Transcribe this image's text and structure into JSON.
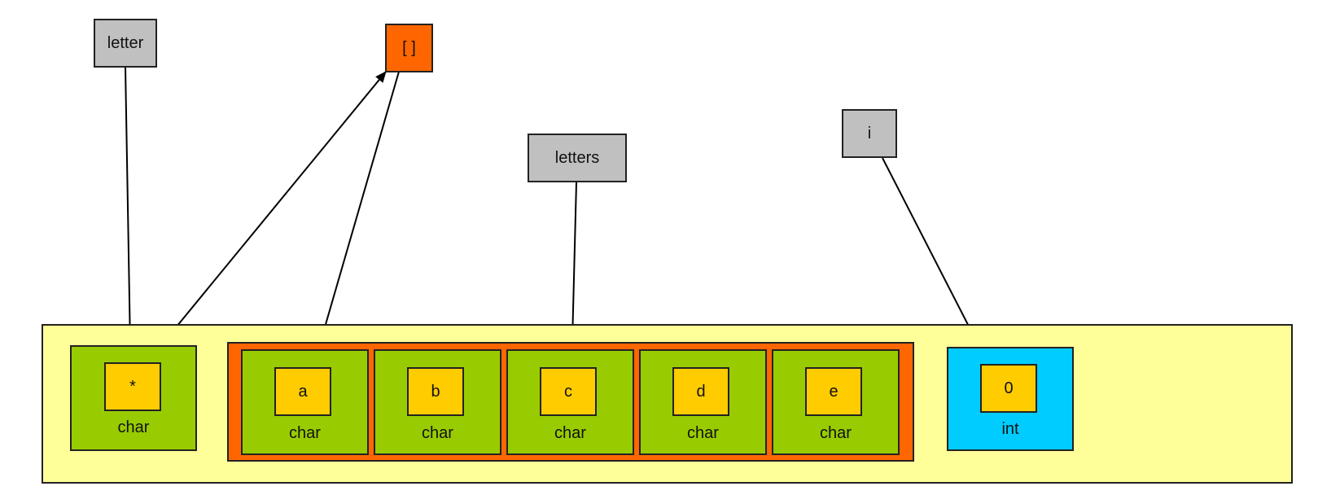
{
  "variables": {
    "letter": "letter",
    "index_op": "[ ]",
    "letters": "letters",
    "i": "i"
  },
  "memory": {
    "pointer_cell": {
      "value": "*",
      "type": "char"
    },
    "array_cells": [
      {
        "value": "a",
        "type": "char"
      },
      {
        "value": "b",
        "type": "char"
      },
      {
        "value": "c",
        "type": "char"
      },
      {
        "value": "d",
        "type": "char"
      },
      {
        "value": "e",
        "type": "char"
      }
    ],
    "int_cell": {
      "value": "0",
      "type": "int"
    }
  },
  "colors": {
    "variable": "#c0c0c0",
    "operator": "#ff6600",
    "frame": "#ffff99",
    "char_cell": "#99cc00",
    "value": "#ffcc00",
    "int_cell": "#00ccff"
  }
}
